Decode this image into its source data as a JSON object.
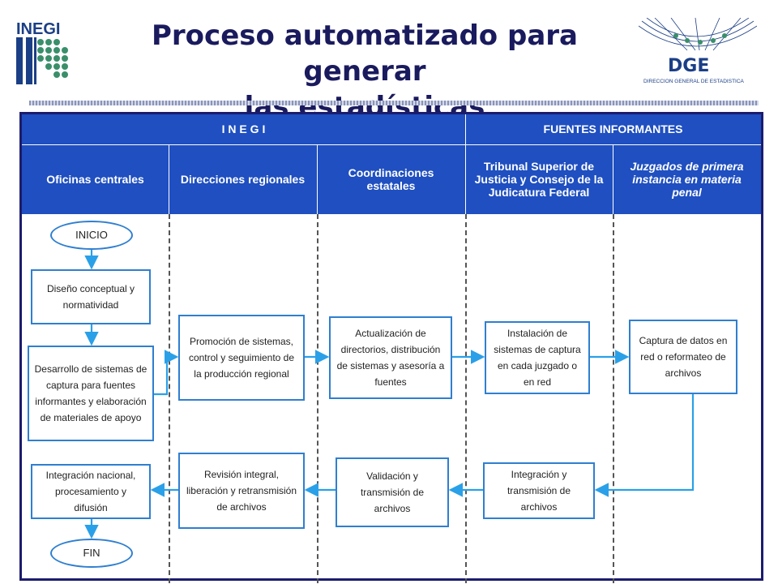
{
  "title": {
    "line1": "Proceso automatizado para generar",
    "line2": "las estadísticas"
  },
  "logos": {
    "left_text": "INEGI",
    "right_text": "DGE",
    "right_subtext": "DIRECCION GENERAL DE ESTADISTICA"
  },
  "header": {
    "group_inegi": "I N E G I",
    "group_fuentes": "FUENTES INFORMANTES",
    "columns": [
      "Oficinas centrales",
      "Direcciones regionales",
      "Coordinaciones estatales",
      "Tribunal Superior de Justicia y Consejo de la Judicatura Federal",
      "Juzgados de primera instancia en materia penal"
    ]
  },
  "nodes": {
    "inicio": "INICIO",
    "fin": "FIN",
    "diseno": "Diseño conceptual y normatividad",
    "desarrollo": "Desarrollo de sistemas de captura para fuentes informantes y elaboración de materiales de apoyo",
    "integracion_nacional": "Integración nacional, procesamiento y difusión",
    "promocion": "Promoción de sistemas, control y seguimiento de la producción regional",
    "revision": "Revisión integral, liberación y retransmisión de archivos",
    "actualizacion": "Actualización de directorios, distribución de sistemas y asesoría a fuentes",
    "validacion": "Validación y transmisión de archivos",
    "instalacion": "Instalación de sistemas de captura en cada juzgado o en red",
    "integracion_transmision": "Integración y transmisión de archivos",
    "captura": "Captura de datos en red o reformateo de archivos"
  },
  "colors": {
    "header_blue": "#1f4fc0",
    "frame_navy": "#1c1c6e",
    "node_border": "#2f7fd0",
    "arrow": "#2aa0e8"
  }
}
